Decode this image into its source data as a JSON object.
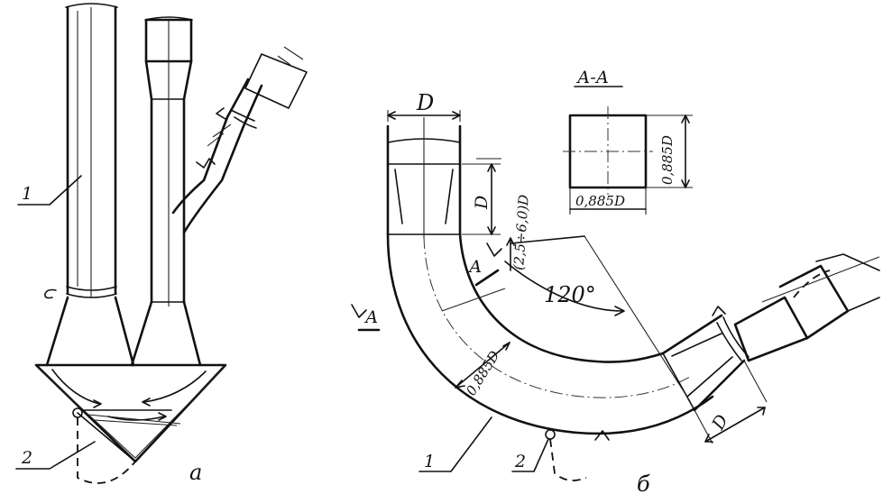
{
  "labels": {
    "a": {
      "callout_1": "1",
      "callout_2": "2",
      "caption": "а"
    },
    "b": {
      "dim_top_width": "D",
      "dim_top_height": "D",
      "dim_outlet": "D",
      "dim_gap": "0,885D",
      "dim_radius": "(2,5÷6,0)D",
      "angle": "120°",
      "section_mark_1": "А",
      "section_mark_2": "А",
      "callout_1": "1",
      "callout_2": "2",
      "caption": "б"
    },
    "section": {
      "title": "А-А",
      "width": "0,885D",
      "height": "0,885D"
    }
  }
}
